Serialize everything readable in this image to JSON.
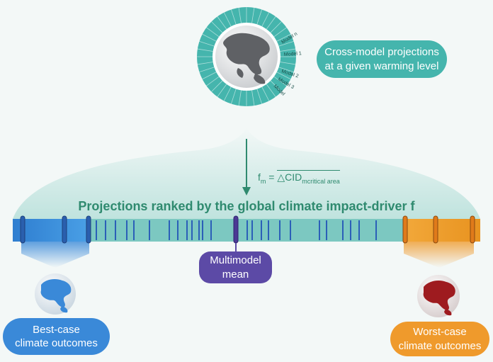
{
  "top": {
    "cross_model_label": "Cross-model projections\nat a given warming level",
    "models": [
      "Model n",
      "Model 1",
      "Model 2",
      "Model 3",
      "Model"
    ]
  },
  "formula": {
    "lhs": "f",
    "lhs_sub": "m",
    "equals": " = ",
    "rhs": "△CID",
    "rhs_sub": "m",
    "rhs_sub2": "critical area"
  },
  "ranking": {
    "title": "Projections ranked by the global climate impact-driver f"
  },
  "outcomes": {
    "best_label": "Best-case\nclimate outcomes",
    "mean_label": "Multimodel\nmean",
    "worst_label": "Worst-case\nclimate outcomes"
  },
  "colors": {
    "background": "#f3f8f7",
    "teal": "#45b5ad",
    "teal_light": "#b9e0dc",
    "tick_blue": "#2b5fb8",
    "best_blue": "#3a89d8",
    "mean_purple": "#5c4aa6",
    "worst_orange": "#ef9a2c",
    "title_green": "#2f8a6f"
  }
}
